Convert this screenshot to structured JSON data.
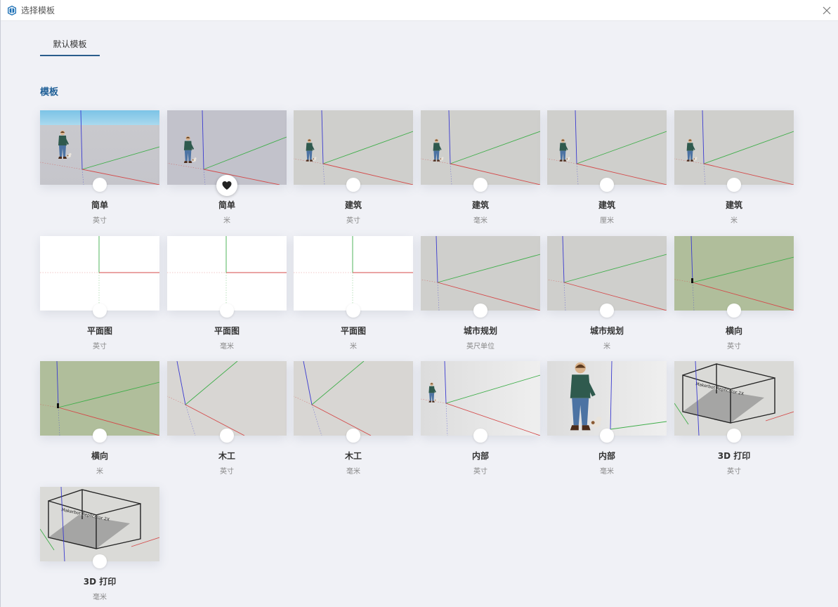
{
  "window": {
    "title": "选择模板",
    "colors": {
      "accent": "#1d5e96",
      "background": "#f0f1f6"
    }
  },
  "tabs": [
    {
      "label": "默认模板",
      "active": true
    }
  ],
  "section": {
    "title": "模板"
  },
  "templates": [
    {
      "name": "简单",
      "unit": "英寸",
      "thumb": "simple-sky",
      "favorite": false
    },
    {
      "name": "简单",
      "unit": "米",
      "thumb": "simple-gray",
      "favorite": true
    },
    {
      "name": "建筑",
      "unit": "英寸",
      "thumb": "architecture",
      "favorite": false
    },
    {
      "name": "建筑",
      "unit": "毫米",
      "thumb": "architecture",
      "favorite": false
    },
    {
      "name": "建筑",
      "unit": "厘米",
      "thumb": "architecture",
      "favorite": false
    },
    {
      "name": "建筑",
      "unit": "米",
      "thumb": "architecture",
      "favorite": false
    },
    {
      "name": "平面图",
      "unit": "英寸",
      "thumb": "plan",
      "favorite": false
    },
    {
      "name": "平面图",
      "unit": "毫米",
      "thumb": "plan",
      "favorite": false
    },
    {
      "name": "平面图",
      "unit": "米",
      "thumb": "plan",
      "favorite": false
    },
    {
      "name": "城市规划",
      "unit": "英尺单位",
      "thumb": "urban",
      "favorite": false
    },
    {
      "name": "城市规划",
      "unit": "米",
      "thumb": "urban",
      "favorite": false
    },
    {
      "name": "横向",
      "unit": "英寸",
      "thumb": "landscape",
      "favorite": false
    },
    {
      "name": "横向",
      "unit": "米",
      "thumb": "landscape",
      "favorite": false
    },
    {
      "name": "木工",
      "unit": "英寸",
      "thumb": "woodworking",
      "favorite": false
    },
    {
      "name": "木工",
      "unit": "毫米",
      "thumb": "woodworking",
      "favorite": false
    },
    {
      "name": "内部",
      "unit": "英寸",
      "thumb": "interior-small",
      "favorite": false
    },
    {
      "name": "内部",
      "unit": "毫米",
      "thumb": "interior-large",
      "favorite": false
    },
    {
      "name": "3D 打印",
      "unit": "英寸",
      "thumb": "print-box",
      "favorite": false
    },
    {
      "name": "3D 打印",
      "unit": "毫米",
      "thumb": "print-box",
      "favorite": false
    }
  ]
}
